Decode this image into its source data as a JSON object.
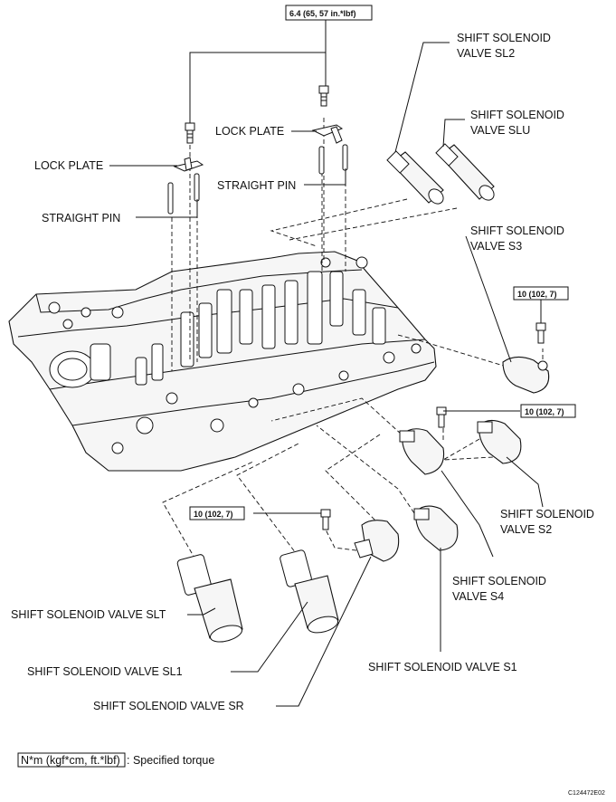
{
  "labels": {
    "torque_top": "6.4 (65, 57 in.*lbf)",
    "torque_s3": "10 (102, 7)",
    "torque_s2": "10 (102, 7)",
    "torque_sr": "10 (102, 7)",
    "lock_plate_left": "LOCK PLATE",
    "lock_plate_right": "LOCK PLATE",
    "straight_pin_left": "STRAIGHT PIN",
    "straight_pin_right": "STRAIGHT PIN",
    "sl2_line1": "SHIFT SOLENOID",
    "sl2_line2": "VALVE SL2",
    "slu_line1": "SHIFT SOLENOID",
    "slu_line2": "VALVE SLU",
    "s3_line1": "SHIFT SOLENOID",
    "s3_line2": "VALVE S3",
    "s2_line1": "SHIFT SOLENOID",
    "s2_line2": "VALVE S2",
    "s4_line1": "SHIFT SOLENOID",
    "s4_line2": "VALVE S4",
    "slt": "SHIFT SOLENOID VALVE SLT",
    "sl1": "SHIFT SOLENOID VALVE SL1",
    "sr": "SHIFT SOLENOID VALVE SR",
    "s1": "SHIFT SOLENOID VALVE S1"
  },
  "legend": {
    "unit_box": "N*m (kgf*cm, ft.*lbf)",
    "description": ": Specified torque"
  },
  "figure_code": "C124472E02"
}
